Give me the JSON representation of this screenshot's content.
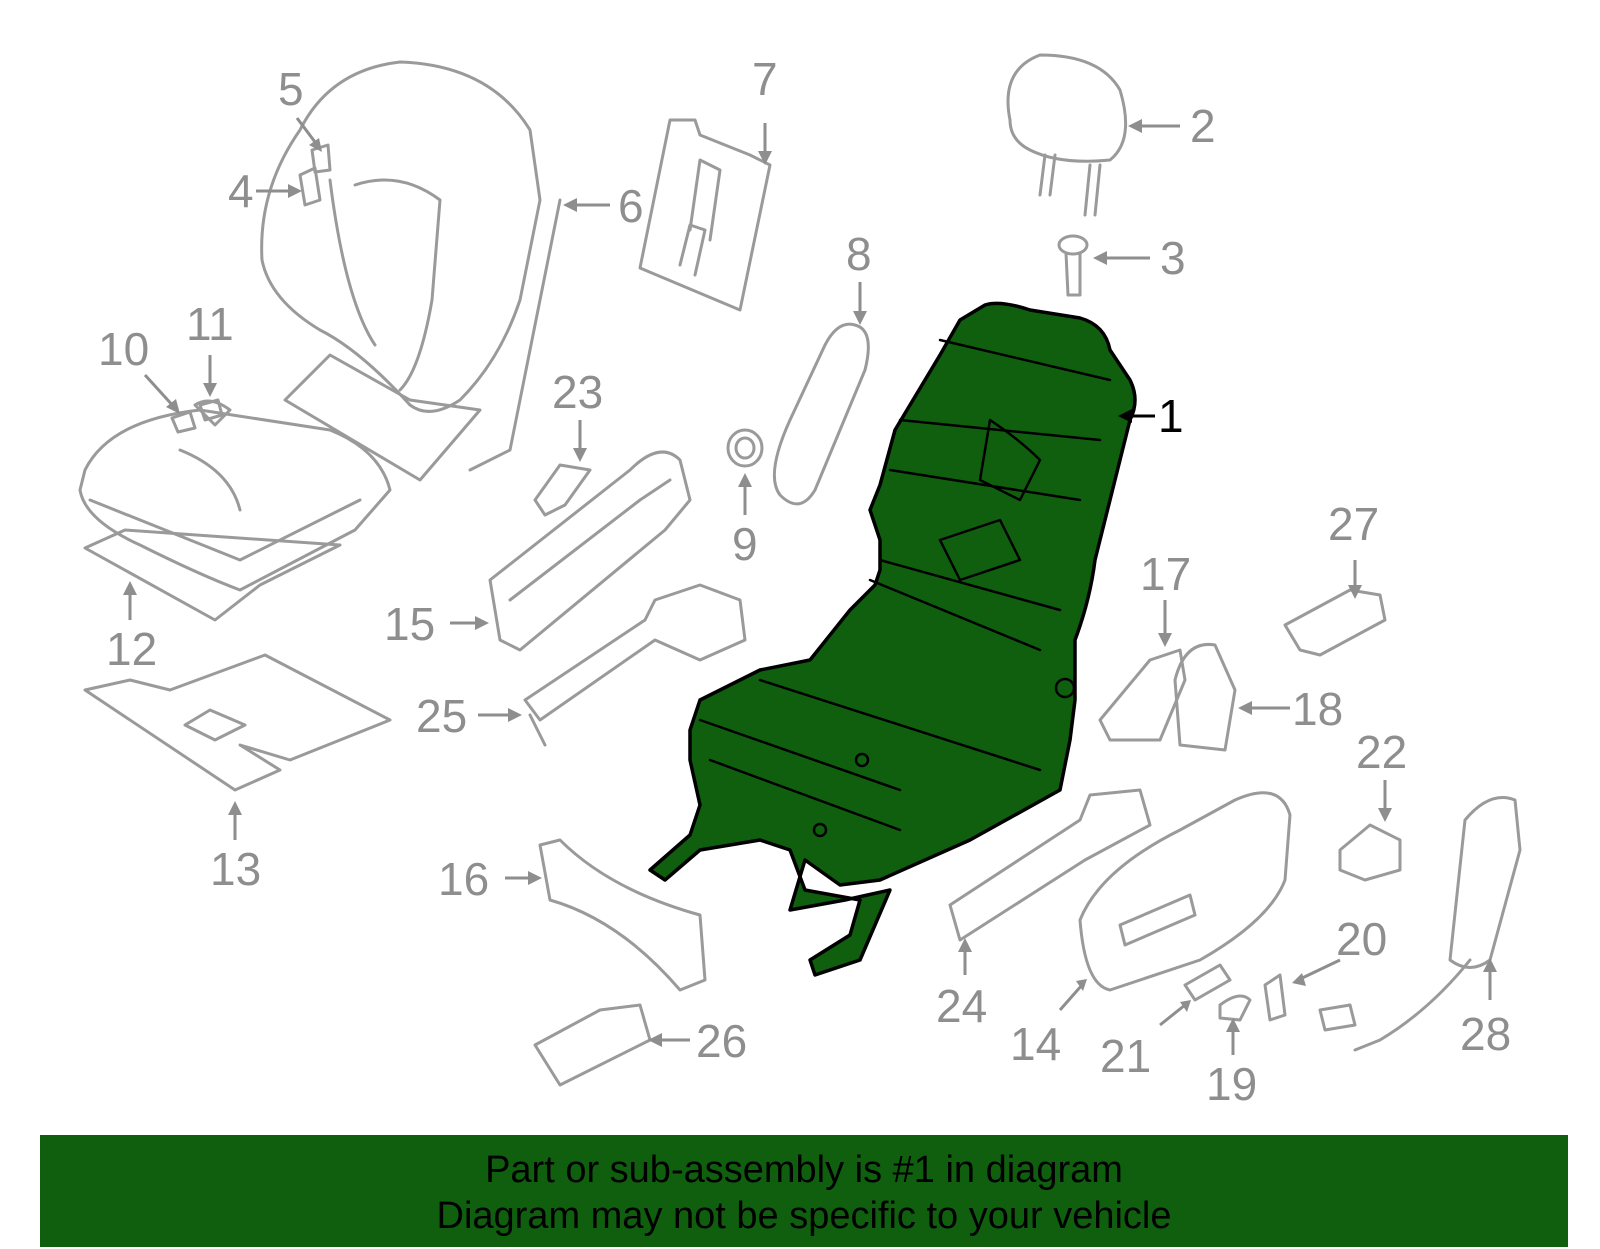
{
  "diagram": {
    "highlighted_part": "1",
    "highlight_color": "#0f5f0f",
    "callouts": [
      "1",
      "2",
      "3",
      "4",
      "5",
      "6",
      "7",
      "8",
      "9",
      "10",
      "11",
      "12",
      "13",
      "14",
      "15",
      "16",
      "17",
      "18",
      "19",
      "20",
      "21",
      "22",
      "23",
      "24",
      "25",
      "26",
      "27",
      "28"
    ]
  },
  "banner": {
    "line1": "Part or sub-assembly is #1 in diagram",
    "line2": "Diagram may not be specific to your vehicle"
  }
}
